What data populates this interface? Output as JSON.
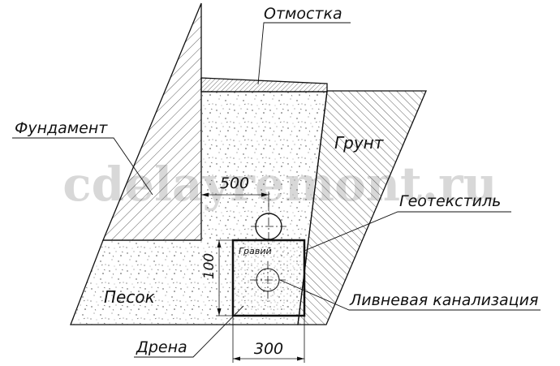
{
  "watermark": "cdelayremont.ru",
  "labels": {
    "otmostka": "Отмостка",
    "fundament": "Фундамент",
    "grunt": "Грунт",
    "geotekstil": "Геотекстиль",
    "gravii": "Гравий",
    "pesok": "Песок",
    "livnevaya": "Ливневая канализация",
    "drena": "Дрена"
  },
  "dimensions": {
    "width_to_pipe": "500",
    "trench_width": "300",
    "trench_depth": "100"
  }
}
